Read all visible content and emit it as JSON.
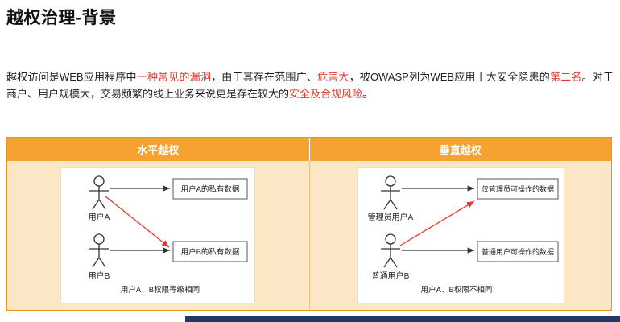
{
  "page": {
    "title": "越权治理-背景",
    "footer_color": "#1f3864"
  },
  "intro": {
    "segments": [
      {
        "text": "越权访问是WEB应用程序中",
        "color": "#222222"
      },
      {
        "text": "一种常见的漏洞",
        "color": "#e23b2e"
      },
      {
        "text": "，由于其存在范围广、",
        "color": "#222222"
      },
      {
        "text": "危害大",
        "color": "#e23b2e"
      },
      {
        "text": "，被OWASP列为WEB应用十大安全隐患的",
        "color": "#222222"
      },
      {
        "text": "第二名",
        "color": "#e23b2e"
      },
      {
        "text": "。对于商户、用户规模大，交易频繁的线上业务来说更是存在较大的",
        "color": "#222222"
      },
      {
        "text": "安全及合规风险",
        "color": "#e23b2e"
      },
      {
        "text": "。",
        "color": "#222222"
      }
    ]
  },
  "table": {
    "header_bg": "#f5a230",
    "body_bg": "#fbe7c6",
    "headers": [
      "水平越权",
      "垂直越权"
    ]
  },
  "horizontal": {
    "actor_top": "用户A",
    "actor_bottom": "用户B",
    "box_top": "用户A的私有数据",
    "box_bottom": "用户B的私有数据",
    "caption": "用户A、B权限等级相同"
  },
  "vertical": {
    "actor_top": "管理员用户A",
    "actor_bottom": "普通用户B",
    "box_top": "仅管理员可操作的数据",
    "box_bottom": "普通用户可操作的数据",
    "caption": "用户A、B权限不相同"
  },
  "colors": {
    "accent_red": "#e23b2e",
    "arrow_black": "#333333"
  }
}
